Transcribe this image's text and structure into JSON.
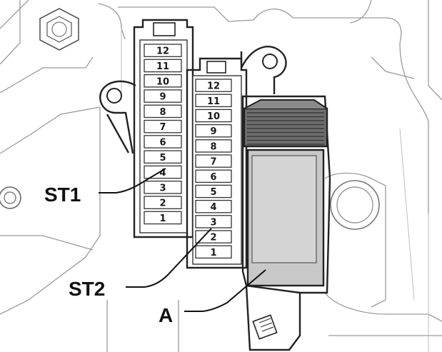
{
  "diagram": {
    "fuse_block_st1": {
      "label": "ST1",
      "slots": [
        "12",
        "11",
        "10",
        "9",
        "8",
        "7",
        "6",
        "5",
        "4",
        "3",
        "2",
        "1"
      ]
    },
    "fuse_block_st2": {
      "label": "ST2",
      "slots": [
        "12",
        "11",
        "10",
        "9",
        "8",
        "7",
        "6",
        "5",
        "4",
        "3",
        "2",
        "1"
      ]
    },
    "relay_a": {
      "label": "A"
    }
  }
}
